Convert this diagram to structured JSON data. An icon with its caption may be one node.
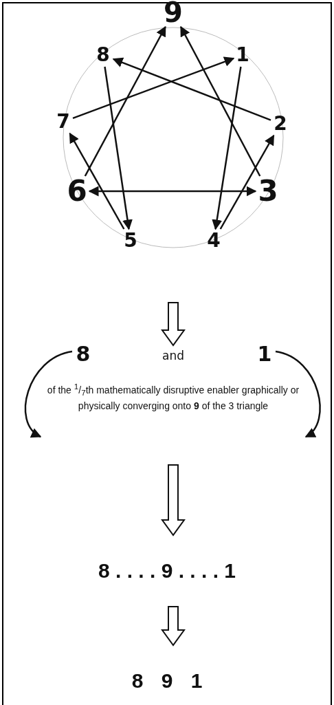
{
  "diagram": {
    "nodes": [
      {
        "text": [
          "9"
        ]
      },
      {
        "text": [
          "8"
        ]
      },
      {
        "text": [
          "1"
        ]
      },
      {
        "text": [
          "7"
        ]
      },
      {
        "text": [
          "2"
        ]
      },
      {
        "text": [
          "6"
        ]
      },
      {
        "text": [
          "3"
        ]
      },
      {
        "text": [
          "5"
        ]
      },
      {
        "text": [
          "4"
        ]
      },
      {
        "text": [
          "8"
        ]
      },
      {
        "text": [
          "and"
        ]
      },
      {
        "text": [
          "1"
        ]
      },
      {
        "text": [
          "of the $^{1}$/$_{7}$th mathematically disruptive enabler graphically or physically converging onto **9** of the 3 triangle"
        ]
      },
      {
        "text": [
          "8 . . . . 9 . . . . 1"
        ]
      },
      {
        "text": [
          "8 9 1"
        ]
      }
    ],
    "edges": [
      {
        "from": 1,
        "to": 7,
        "arrow": "to"
      },
      {
        "from": 4,
        "to": 1,
        "arrow": "to"
      },
      {
        "from": 3,
        "to": 2,
        "arrow": "to"
      },
      {
        "from": 5,
        "to": 0,
        "arrow": "to"
      },
      {
        "from": 6,
        "to": 0,
        "arrow": "to"
      },
      {
        "from": 2,
        "to": 8,
        "arrow": "to"
      },
      {
        "from": 8,
        "to": 4,
        "arrow": "to"
      },
      {
        "from": 7,
        "to": 3,
        "arrow": "to"
      },
      {
        "from": 5,
        "to": 6,
        "arrow": "both"
      },
      {
        "from": null,
        "to": 10,
        "arrow": "to"
      },
      {
        "from": 9,
        "to": 12,
        "arrow": "to"
      },
      {
        "from": 11,
        "to": 12,
        "arrow": "to"
      },
      {
        "from": 12,
        "to": 13,
        "arrow": "to"
      },
      {
        "from": 13,
        "to": 14,
        "arrow": "to"
      }
    ]
  }
}
